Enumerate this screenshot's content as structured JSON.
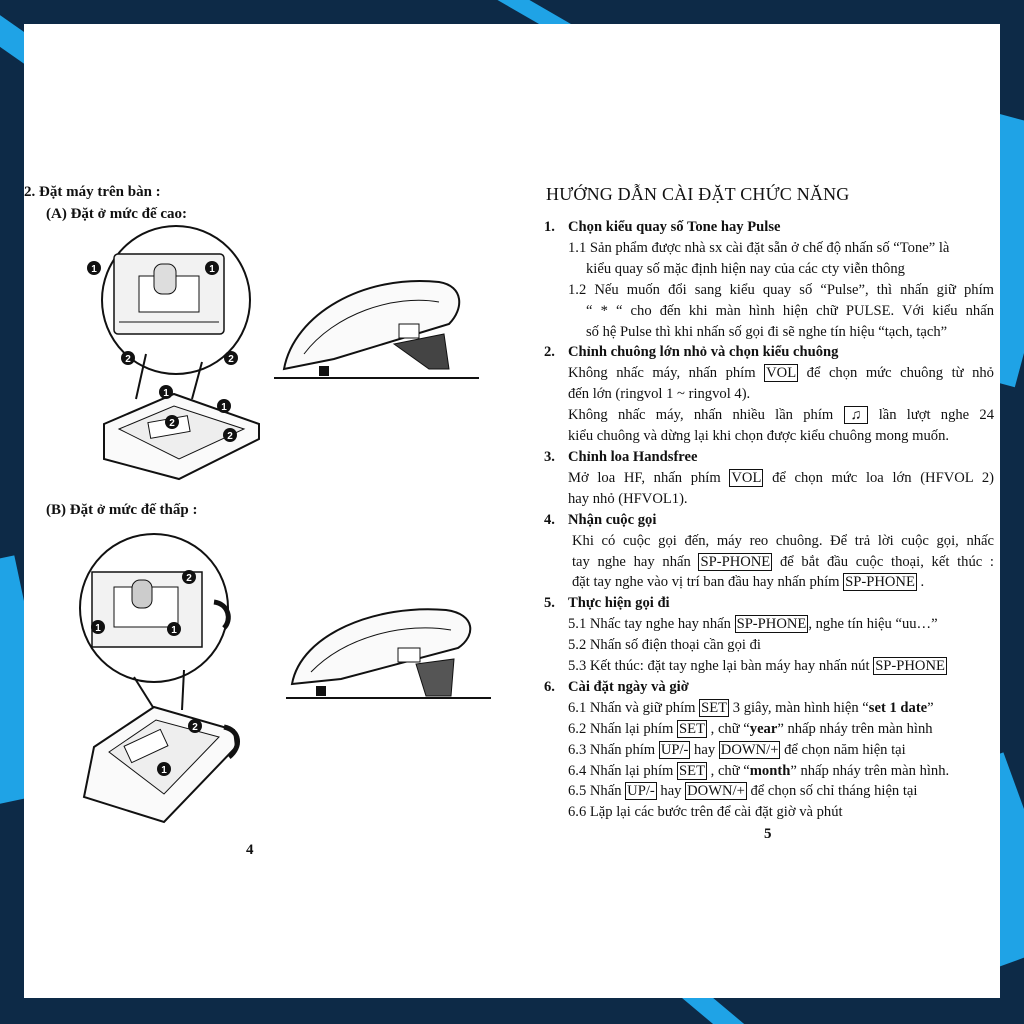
{
  "left": {
    "section_title": "2.  Đặt máy trên bàn :",
    "sub_a": "(A) Đặt ở mức đế cao:",
    "sub_b": "(B) Đặt ở mức đế thấp :",
    "page_number": "4",
    "markers": [
      "1",
      "2"
    ]
  },
  "right": {
    "title": "HƯỚNG DẪN CÀI ĐẶT CHỨC NĂNG",
    "page_number": "5",
    "s1": {
      "num": "1.",
      "title": "Chọn kiểu quay số Tone hay Pulse",
      "l1": "1.1 Sản phẩm được nhà sx cài đặt sẵn ở chế độ nhấn số “Tone” là",
      "l2": "kiểu quay số mặc định hiện nay của các cty viễn thông",
      "l3": "1.2 Nếu muốn đổi sang kiểu quay số “Pulse”, thì nhấn giữ phím",
      "l4": "“ * “ cho đến khi màn hình hiện chữ PULSE. Với kiểu nhấn",
      "l5": "số hệ Pulse thì khi nhấn số gọi đi sẽ nghe tín hiệu “tạch, tạch”"
    },
    "s2": {
      "num": "2.",
      "title": "Chỉnh chuông lớn nhỏ và chọn kiểu chuông",
      "l1a": "Không nhấc máy, nhấn phím",
      "key_vol": "VOL",
      "l1b": "để chọn mức chuông từ nhỏ",
      "l2": "đến lớn (ringvol 1 ~ ringvol 4).",
      "l3a": "Không nhấc máy, nhấn nhiều lần phím",
      "key_music": "♫",
      "l3b": "lần lượt nghe 24",
      "l4": "kiểu chuông và dừng lại khi chọn được kiểu chuông mong muốn."
    },
    "s3": {
      "num": "3.",
      "title": "Chỉnh loa Handsfree",
      "l1a": "Mở loa HF, nhấn phím",
      "key_vol": "VOL",
      "l1b": "để chọn mức loa lớn (HFVOL 2)",
      "l2": "hay nhỏ (HFVOL1)."
    },
    "s4": {
      "num": "4.",
      "title": "Nhận cuộc gọi",
      "l1": "Khi có cuộc gọi đến, máy reo chuông. Để trả lời cuộc gọi, nhấc",
      "l2a": "tay nghe hay nhấn",
      "key_sp": "SP-PHONE",
      "l2b": "để bắt đầu cuộc thoại, kết thúc :",
      "l3a": "đặt tay nghe vào vị trí ban đầu hay nhấn phím",
      "l3b": "."
    },
    "s5": {
      "num": "5.",
      "title": "Thực hiện gọi đi",
      "l1a": "5.1 Nhấc tay nghe hay nhấn",
      "key_sp": "SP-PHONE",
      "l1b": ", nghe tín hiệu “uu…”",
      "l2": "5.2 Nhấn số điện thoại cần gọi đi",
      "l3a": "5.3 Kết thúc: đặt tay nghe lại bàn máy hay nhấn nút"
    },
    "s6": {
      "num": "6.",
      "title": "Cài đặt ngày và giờ",
      "key_set": "SET",
      "key_up": "UP/-",
      "key_down": "DOWN/+",
      "l1a": "6.1 Nhấn và giữ phím",
      "l1b": "3 giây, màn hình hiện “",
      "l1c": "set 1 date",
      "l1d": "”",
      "l2a": "6.2 Nhấn lại phím",
      "l2b": ", chữ “",
      "l2c": "year",
      "l2d": "” nhấp nháy trên màn hình",
      "l3a": "6.3 Nhấn phím",
      "l3b": "hay",
      "l3c": "để chọn năm hiện tại",
      "l4a": "6.4 Nhấn lại phím",
      "l4b": ", chữ “",
      "l4c": "month",
      "l4d": "” nhấp nháy trên màn hình.",
      "l5a": "6.5 Nhấn",
      "l5b": "hay",
      "l5c": "để chọn số chỉ tháng hiện tại",
      "l6": "6.6 Lặp lại các bước trên để cài đặt giờ và phút"
    }
  }
}
